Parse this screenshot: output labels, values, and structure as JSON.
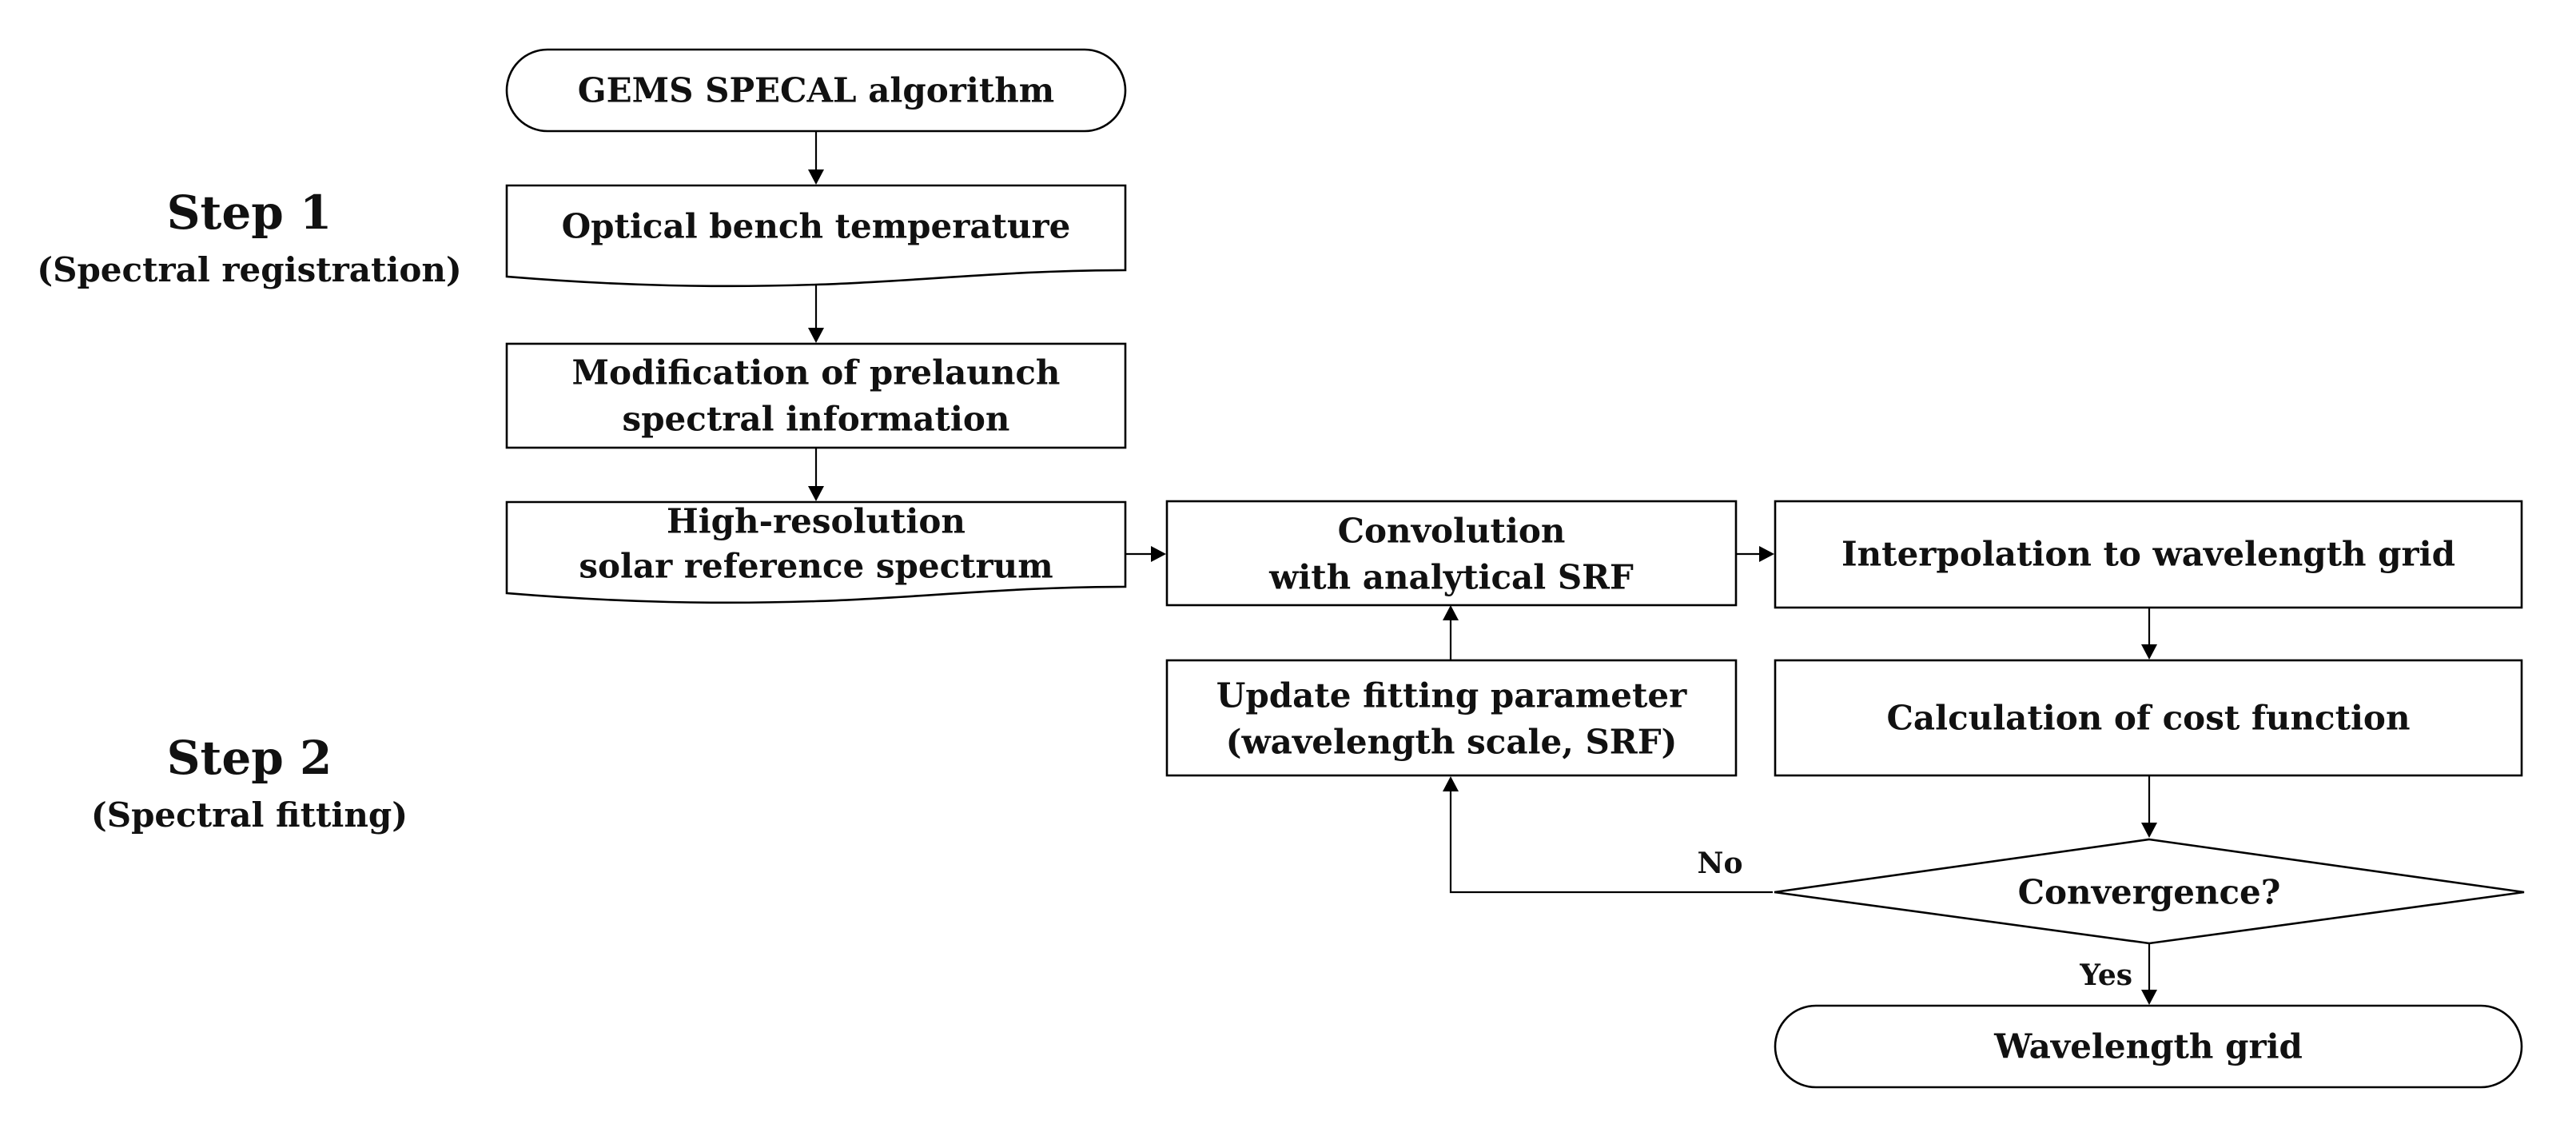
{
  "steps": {
    "step1": {
      "title": "Step 1",
      "subtitle": "(Spectral registration)"
    },
    "step2": {
      "title": "Step 2",
      "subtitle": "(Spectral fitting)"
    }
  },
  "nodes": {
    "start": {
      "shape": "terminator",
      "lines": [
        "GEMS SPECAL algorithm"
      ]
    },
    "optical_bench": {
      "shape": "document",
      "lines": [
        "Optical bench temperature"
      ]
    },
    "modification": {
      "shape": "process",
      "lines": [
        "Modification of prelaunch",
        "spectral information"
      ]
    },
    "solar_reference": {
      "shape": "document",
      "lines": [
        "High-resolution",
        "solar reference spectrum"
      ]
    },
    "convolution": {
      "shape": "process",
      "lines": [
        "Convolution",
        "with analytical SRF"
      ]
    },
    "interpolation": {
      "shape": "process",
      "lines": [
        "Interpolation to wavelength grid"
      ]
    },
    "update_params": {
      "shape": "process",
      "lines": [
        "Update fitting parameter",
        "(wavelength scale, SRF)"
      ]
    },
    "cost_function": {
      "shape": "process",
      "lines": [
        "Calculation of cost function"
      ]
    },
    "convergence": {
      "shape": "decision",
      "lines": [
        "Convergence?"
      ]
    },
    "end": {
      "shape": "terminator",
      "lines": [
        "Wavelength grid"
      ]
    }
  },
  "edges": [
    {
      "from": "start",
      "to": "optical_bench"
    },
    {
      "from": "optical_bench",
      "to": "modification"
    },
    {
      "from": "modification",
      "to": "solar_reference"
    },
    {
      "from": "solar_reference",
      "to": "convolution"
    },
    {
      "from": "convolution",
      "to": "interpolation"
    },
    {
      "from": "interpolation",
      "to": "cost_function"
    },
    {
      "from": "cost_function",
      "to": "convergence"
    },
    {
      "from": "convergence",
      "to": "update_params",
      "label": "No"
    },
    {
      "from": "update_params",
      "to": "convolution"
    },
    {
      "from": "convergence",
      "to": "end",
      "label": "Yes"
    }
  ],
  "colors": {
    "stroke": "#000000",
    "fill": "#ffffff",
    "text": "#111111"
  }
}
